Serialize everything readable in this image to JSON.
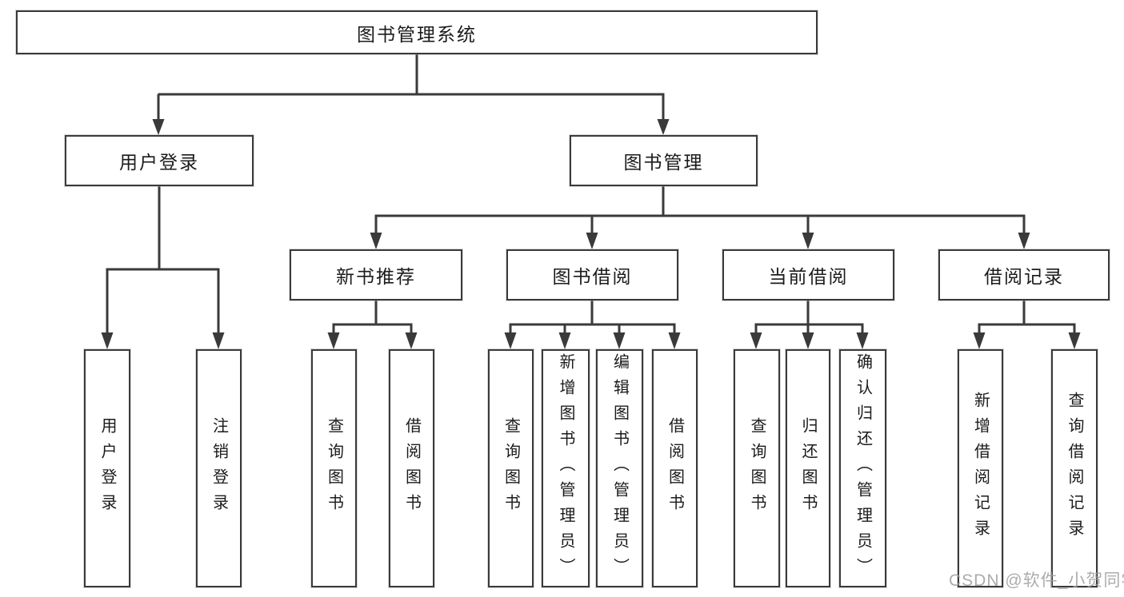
{
  "diagram": {
    "root": {
      "label": "图书管理系统"
    },
    "level2": [
      {
        "label": "用户登录"
      },
      {
        "label": "图书管理"
      }
    ],
    "level3": [
      {
        "label": "新书推荐"
      },
      {
        "label": "图书借阅"
      },
      {
        "label": "当前借阅"
      },
      {
        "label": "借阅记录"
      }
    ],
    "leaves": {
      "user_login": [
        {
          "label": "用户登录"
        },
        {
          "label": "注销登录"
        }
      ],
      "new_book": [
        {
          "label": "查询图书"
        },
        {
          "label": "借阅图书"
        }
      ],
      "book_borrow": [
        {
          "label": "查询图书"
        },
        {
          "label": "新增图书（管理员）"
        },
        {
          "label": "编辑图书（管理员）"
        },
        {
          "label": "借阅图书"
        }
      ],
      "current_borrow": [
        {
          "label": "查询图书"
        },
        {
          "label": "归还图书"
        },
        {
          "label": "确认归还（管理员）"
        }
      ],
      "borrow_record": [
        {
          "label": "新增借阅记录"
        },
        {
          "label": "查询借阅记录"
        }
      ]
    },
    "colors": {
      "line": "#3a3a3a",
      "text": "#1b1b1b",
      "watermark": "#9e9e9e"
    }
  },
  "watermark": {
    "text": "CSDN @软件_小贺同学"
  }
}
